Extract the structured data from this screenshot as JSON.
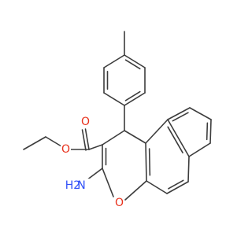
{
  "colors": {
    "bond": "#3c3c3c",
    "oxygen": "#e8311c",
    "nitrogen": "#3050f8",
    "background": "#ffffff"
  },
  "atom_labels": {
    "carbonyl_oxygen": "O",
    "ester_oxygen": "O",
    "ring_oxygen": "O",
    "amine_n": "N",
    "amine_h2": "H2"
  }
}
